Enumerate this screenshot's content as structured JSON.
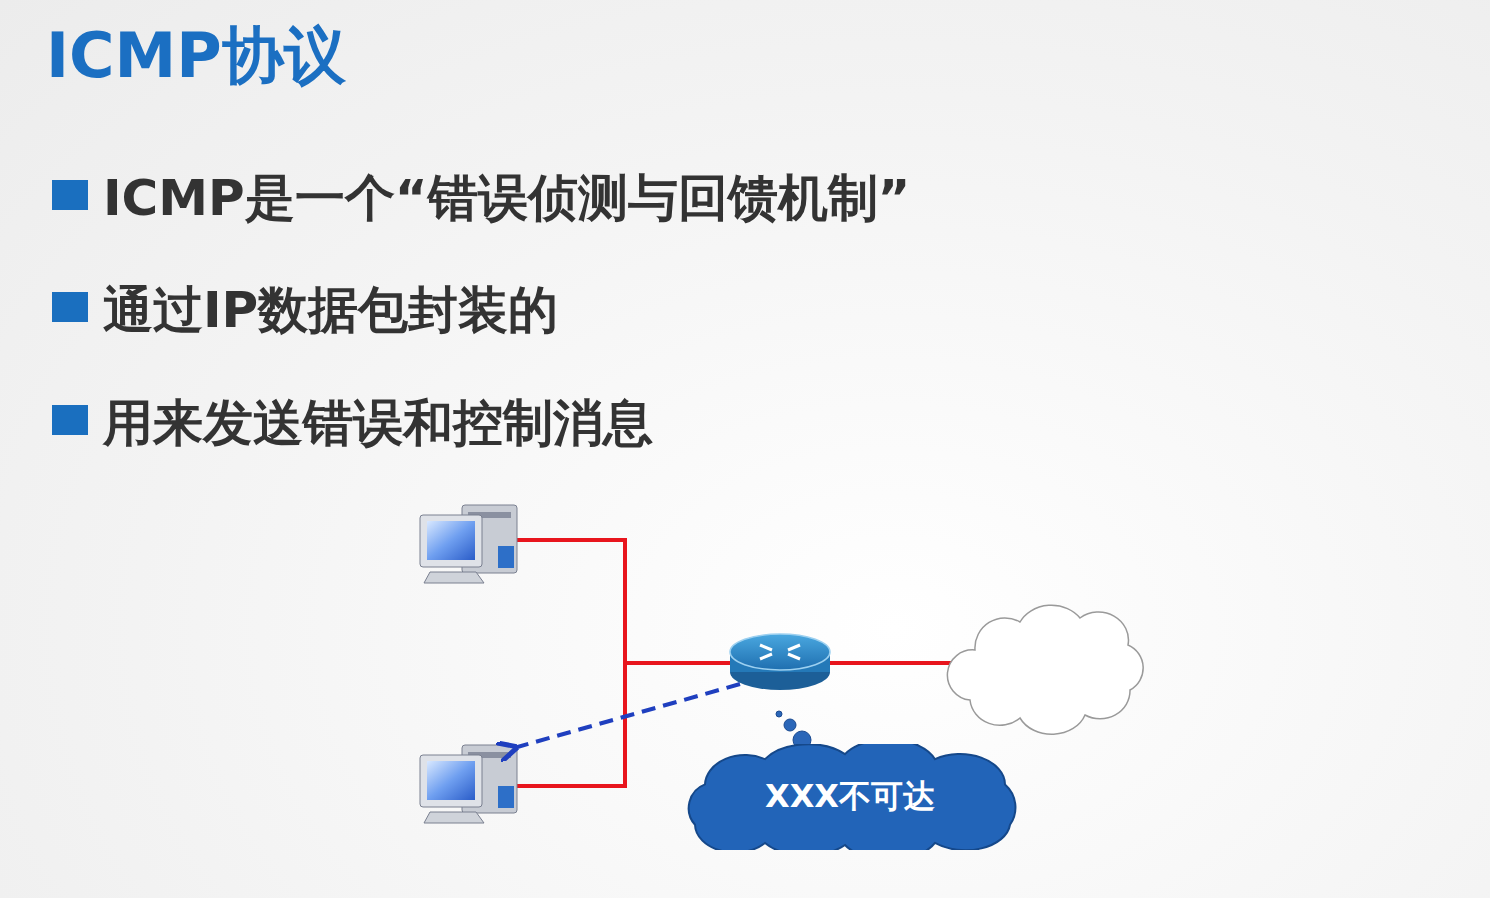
{
  "diagram": {
    "title": "ICMP协议",
    "nodes": [
      {
        "text": [
          "XXX不可达"
        ]
      }
    ],
    "labels": [
      "ICMP是一个“错误侦测与回馈机制”",
      "通过IP数据包封装的",
      "用来发送错误和控制消息"
    ]
  }
}
